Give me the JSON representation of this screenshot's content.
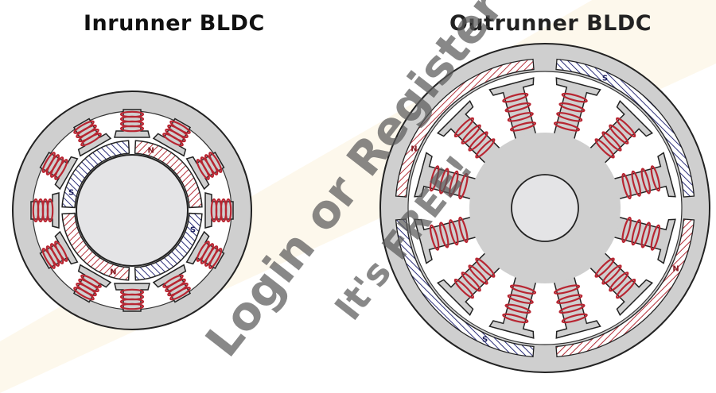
{
  "titles": {
    "inrunner": "Inrunner BLDC",
    "outrunner": "Outrunner BLDC"
  },
  "watermark": {
    "line1": "Login or Register",
    "line2": "It's FREE!"
  },
  "inrunner": {
    "slots": 12,
    "magnets": [
      {
        "pole": "N",
        "label": "N"
      },
      {
        "pole": "S",
        "label": "S"
      },
      {
        "pole": "N",
        "label": "N"
      },
      {
        "pole": "S",
        "label": "S"
      }
    ]
  },
  "outrunner": {
    "slots": 12,
    "magnets": [
      {
        "pole": "N",
        "label": "N"
      },
      {
        "pole": "S",
        "label": "S"
      },
      {
        "pole": "N",
        "label": "N"
      },
      {
        "pole": "S",
        "label": "S"
      }
    ]
  },
  "colors": {
    "north": "#b5303a",
    "south": "#2c2f7a",
    "coil": "#b82632",
    "steel": "#cfcfcf",
    "rotor": "#e4e4e6"
  }
}
